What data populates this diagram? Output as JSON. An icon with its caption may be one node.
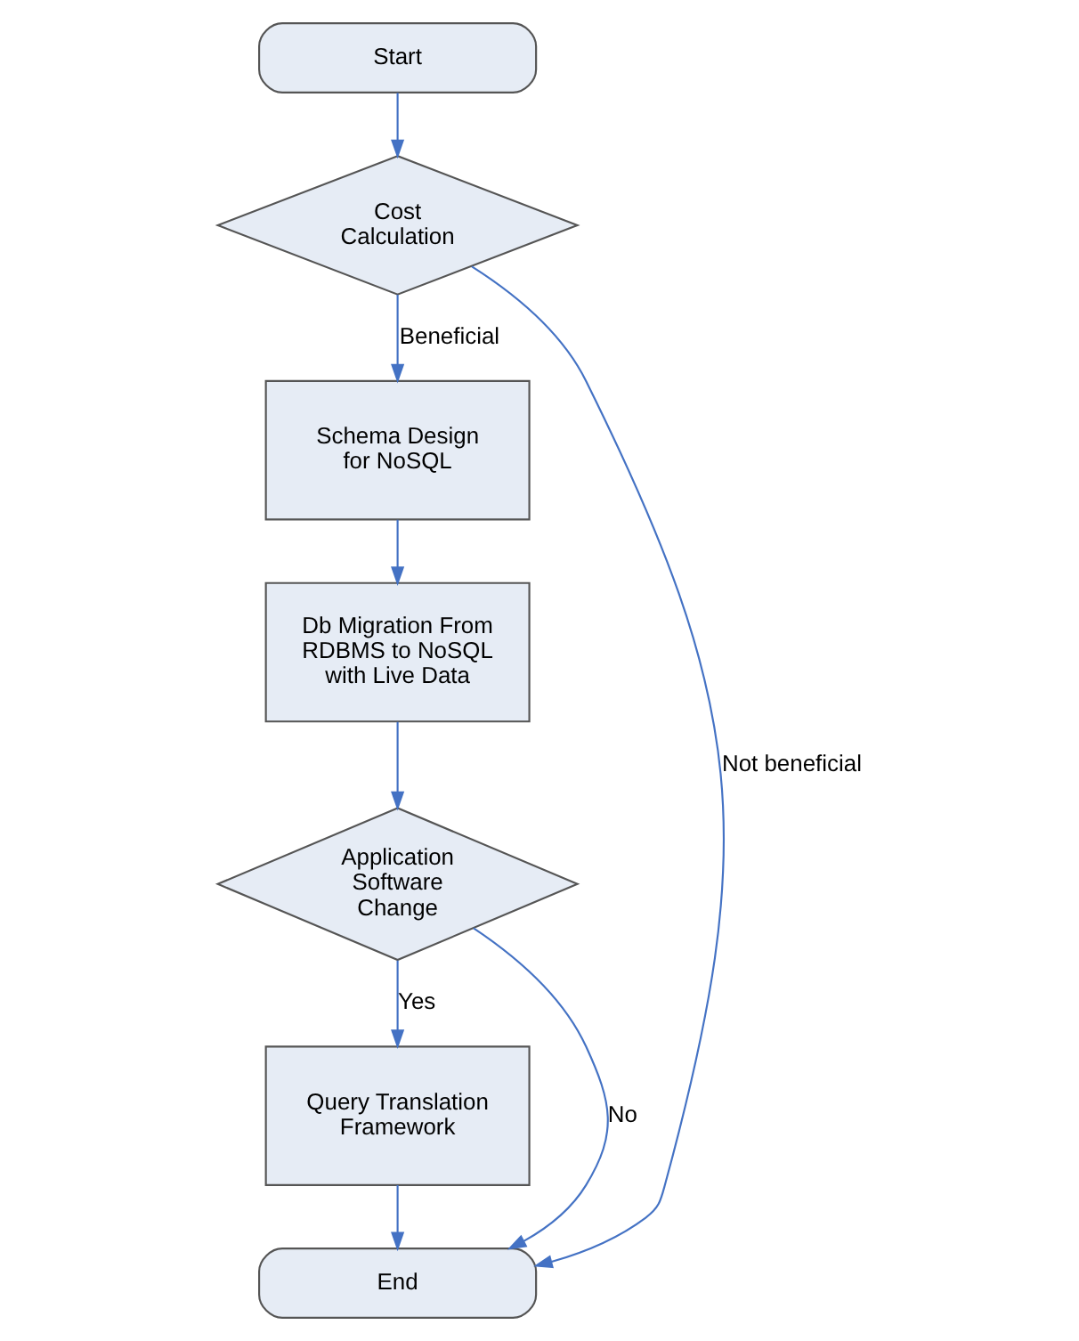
{
  "diagram": {
    "nodes": [
      {
        "text": [
          "Start"
        ]
      },
      {
        "text": [
          "Cost Calculation"
        ]
      },
      {
        "text": [
          "Schema Design for NoSQL"
        ]
      },
      {
        "text": [
          "Db Migration From RDBMS to NoSQL with Live Data"
        ]
      },
      {
        "text": [
          "Application Software Change"
        ]
      },
      {
        "text": [
          "Query Translation Framework"
        ]
      },
      {
        "text": [
          "End"
        ]
      }
    ],
    "edges": [
      {
        "from": 0,
        "to": 1,
        "arrow": "to"
      },
      {
        "from": 1,
        "to": 2,
        "arrow": "to",
        "label": "Beneficial"
      },
      {
        "from": 2,
        "to": 3,
        "arrow": "to"
      },
      {
        "from": 3,
        "to": 4,
        "arrow": "to"
      },
      {
        "from": 4,
        "to": 5,
        "arrow": "to",
        "label": "Yes"
      },
      {
        "from": 5,
        "to": 6,
        "arrow": "to"
      },
      {
        "from": 4,
        "to": 6,
        "arrow": "to",
        "label": "No"
      },
      {
        "from": 1,
        "to": 6,
        "arrow": "to",
        "label": "Not beneficial"
      }
    ]
  }
}
